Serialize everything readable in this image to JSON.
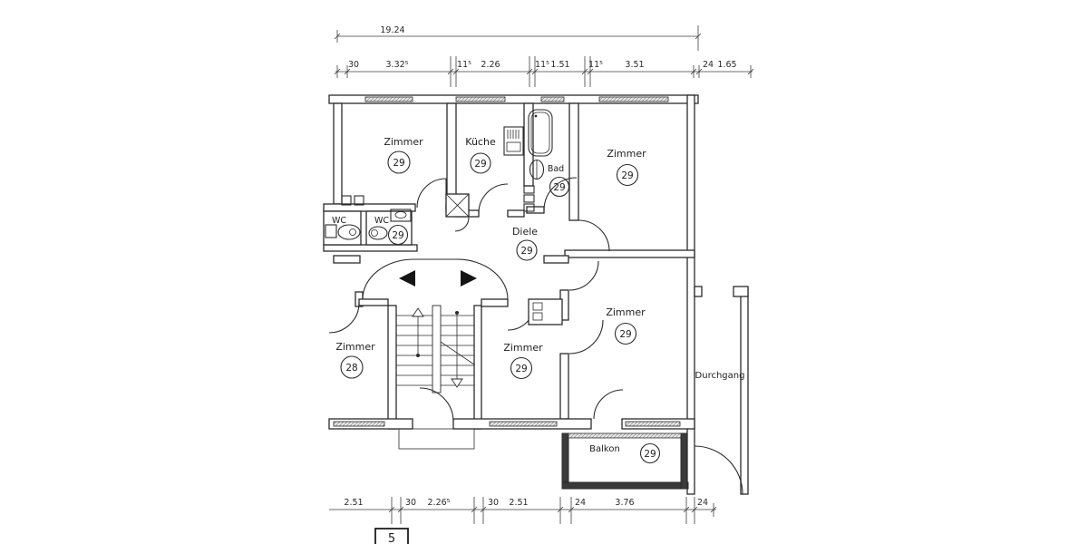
{
  "meta": {
    "type": "architectural floor plan",
    "language": "de"
  },
  "colors": {
    "ink": "#2b2b2b",
    "paper": "#ffffff",
    "dark_wall": "#3a3a3a"
  },
  "rooms": [
    {
      "id": "zimmer-top-left",
      "label": "Zimmer",
      "number": "29"
    },
    {
      "id": "kueche",
      "label": "Küche",
      "number": "29"
    },
    {
      "id": "bad",
      "label": "Bad",
      "number": "29"
    },
    {
      "id": "zimmer-top-right",
      "label": "Zimmer",
      "number": "29"
    },
    {
      "id": "wc-left",
      "label": "WC",
      "number": ""
    },
    {
      "id": "wc-right",
      "label": "WC",
      "number": "29"
    },
    {
      "id": "diele",
      "label": "Diele",
      "number": "29"
    },
    {
      "id": "zimmer-mid-right",
      "label": "Zimmer",
      "number": "29"
    },
    {
      "id": "zimmer-bottom-left",
      "label": "Zimmer",
      "number": "28"
    },
    {
      "id": "zimmer-bottom-center",
      "label": "Zimmer",
      "number": "29"
    },
    {
      "id": "durchgang",
      "label": "Durchgang",
      "number": ""
    },
    {
      "id": "balkon",
      "label": "Balkon",
      "number": "29"
    }
  ],
  "dimensions": {
    "overall_width": "19.24",
    "top_row": [
      "30",
      "3.32⁵",
      "11⁵",
      "2.26",
      "11⁵",
      "1.51",
      "11⁵",
      "3.51",
      "24",
      "1.65"
    ],
    "bottom_row": [
      "2.51",
      "30",
      "2.26⁵",
      "30",
      "2.51",
      "24",
      "3.76",
      "24"
    ]
  },
  "sheet_number": "5",
  "fixtures": [
    "bathtub",
    "washbasin",
    "toilet-left",
    "toilet-right",
    "hand-basin",
    "stove",
    "duct-shaft",
    "stairs",
    "entry-door-leaves",
    "vent-shafts",
    "closet"
  ]
}
